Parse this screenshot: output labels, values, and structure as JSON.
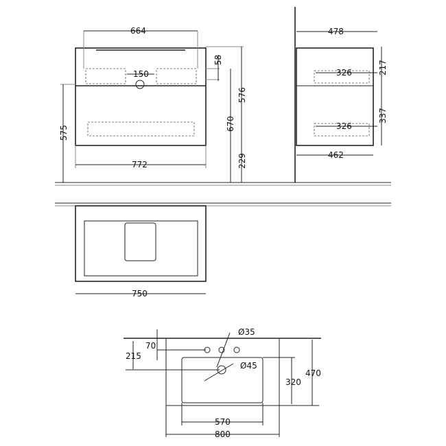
{
  "front_view": {
    "width_top": "664",
    "spacing": "150",
    "top_offset": "58",
    "height_total": "576",
    "height_from_floor": "670",
    "height_left": "575",
    "width_bottom": "772",
    "floor_clearance": "229"
  },
  "side_view": {
    "depth_top": "478",
    "drawer_upper_depth": "326",
    "drawer_upper_height": "217",
    "drawer_lower_depth": "326",
    "drawer_lower_height": "337",
    "depth_bottom": "462"
  },
  "top_view": {
    "width": "750"
  },
  "basin_view": {
    "tap_hole_diameter": "Ø35",
    "tap_offset": "70",
    "drain_offset": "215",
    "drain_diameter": "Ø45",
    "bowl_depth": "320",
    "total_depth": "470",
    "bowl_width": "570",
    "total_width": "800"
  }
}
